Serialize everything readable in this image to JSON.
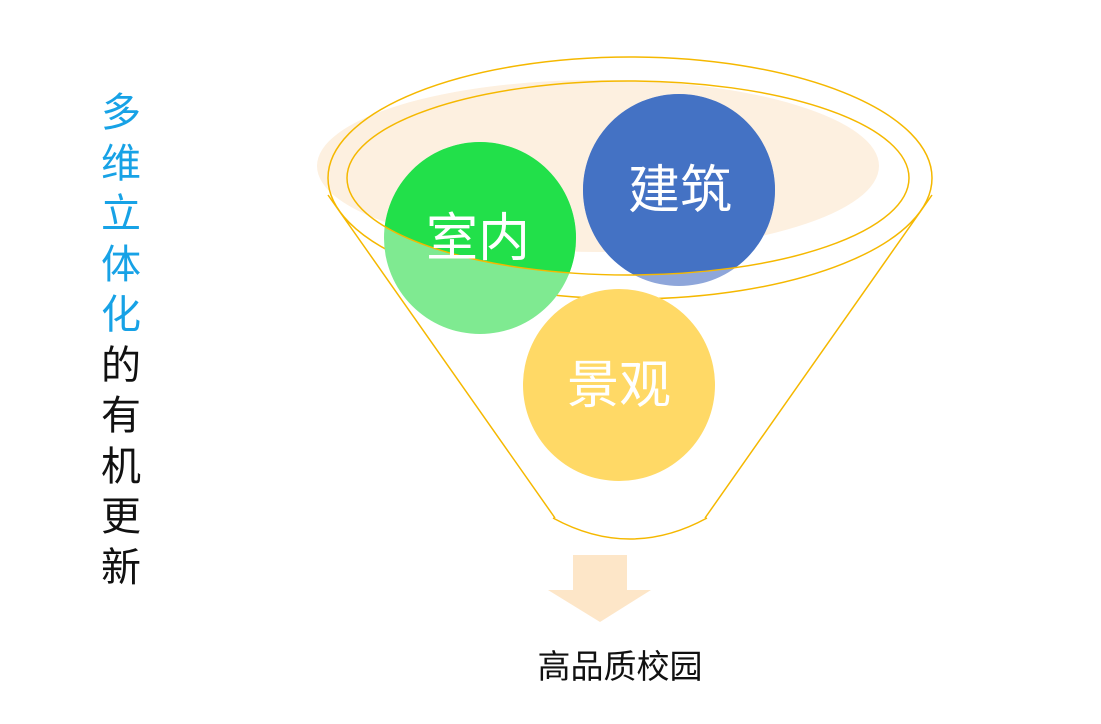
{
  "title_highlight": [
    "多",
    "维",
    "立",
    "体",
    "化"
  ],
  "title_rest": [
    "的",
    "有",
    "机",
    "更",
    "新"
  ],
  "circles": {
    "interior": "室内",
    "architecture": "建筑",
    "landscape": "景观"
  },
  "result": "高品质校园",
  "colors": {
    "highlight": "#17a2e6",
    "green": "#22e04a",
    "blue": "#4472c4",
    "yellow": "#ffd966",
    "funnel": "#f5b800",
    "arrow": "#fde6c8"
  }
}
